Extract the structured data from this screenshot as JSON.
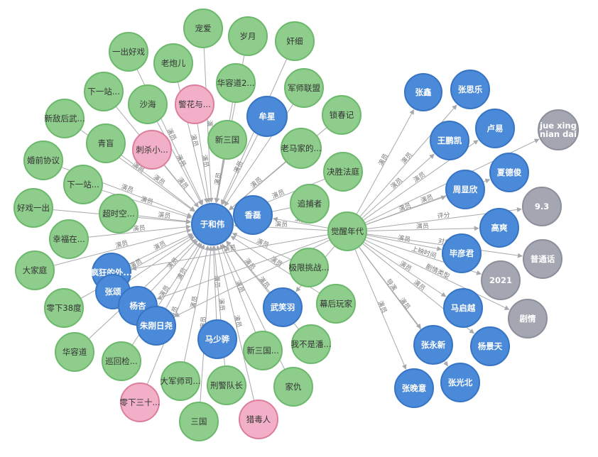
{
  "colors": {
    "green": {
      "fill": "#8ecd8b",
      "stroke": "#6cb86c"
    },
    "blue": {
      "fill": "#4a8ad8",
      "stroke": "#3774c4"
    },
    "pink": {
      "fill": "#f1b0c8",
      "stroke": "#dd7d9c"
    },
    "gray": {
      "fill": "#a4a6b2",
      "stroke": "#8c8e9a"
    },
    "edge": "#a7a9ad"
  },
  "nodes": [
    {
      "id": "yuhewei",
      "label": "于和伟",
      "kind": "blue"
    },
    {
      "id": "xianglei",
      "label": "香磊",
      "kind": "blue"
    },
    {
      "id": "niuxing",
      "label": "牟星",
      "kind": "blue"
    },
    {
      "id": "juexing",
      "label": "觉醒年代",
      "kind": "green"
    },
    {
      "id": "chongai",
      "label": "宠爱",
      "kind": "green"
    },
    {
      "id": "suiyue",
      "label": "岁月",
      "kind": "green"
    },
    {
      "id": "jianxi",
      "label": "奸细",
      "kind": "green"
    },
    {
      "id": "yichuhaoxi",
      "label": "一出好戏",
      "kind": "green"
    },
    {
      "id": "laopaoer",
      "label": "老炮儿",
      "kind": "green"
    },
    {
      "id": "huarongdao2",
      "label": "华容道2...",
      "kind": "green"
    },
    {
      "id": "junshi",
      "label": "军师联盟",
      "kind": "green"
    },
    {
      "id": "xiayizhan1",
      "label": "下一站...",
      "kind": "green"
    },
    {
      "id": "shahai",
      "label": "沙海",
      "kind": "green"
    },
    {
      "id": "jinghua",
      "label": "警花与...",
      "kind": "pink"
    },
    {
      "id": "suochunji",
      "label": "锁春记",
      "kind": "green"
    },
    {
      "id": "xindi",
      "label": "新敌后武...",
      "kind": "green"
    },
    {
      "id": "qingmang",
      "label": "青盲",
      "kind": "green"
    },
    {
      "id": "cisha",
      "label": "刺杀小...",
      "kind": "pink"
    },
    {
      "id": "xinsanguo",
      "label": "新三国",
      "kind": "green"
    },
    {
      "id": "laoma",
      "label": "老马家的...",
      "kind": "green"
    },
    {
      "id": "juesheng",
      "label": "决胜法庭",
      "kind": "green"
    },
    {
      "id": "hunqian",
      "label": "婚前协议",
      "kind": "green"
    },
    {
      "id": "xiayizhan2",
      "label": "下一站...",
      "kind": "green"
    },
    {
      "id": "zhuibu",
      "label": "追捕者",
      "kind": "green"
    },
    {
      "id": "haoxi",
      "label": "好戏一出",
      "kind": "green"
    },
    {
      "id": "chaoshi",
      "label": "超时空...",
      "kind": "green"
    },
    {
      "id": "xingfu",
      "label": "幸福在...",
      "kind": "green"
    },
    {
      "id": "dajiating",
      "label": "大家庭",
      "kind": "green"
    },
    {
      "id": "fengkuang",
      "label": "疯狂的外...",
      "kind": "blue"
    },
    {
      "id": "zhang",
      "label": "张颂",
      "kind": "blue"
    },
    {
      "id": "jixian",
      "label": "极限挑战...",
      "kind": "green"
    },
    {
      "id": "lingxia38",
      "label": "零下38度",
      "kind": "green"
    },
    {
      "id": "yangxi",
      "label": "杨杏",
      "kind": "blue"
    },
    {
      "id": "wuyanyu",
      "label": "武笑羽",
      "kind": "blue"
    },
    {
      "id": "muhou",
      "label": "幕后玩家",
      "kind": "green"
    },
    {
      "id": "zhuganglixi",
      "label": "朱刚日尧",
      "kind": "blue"
    },
    {
      "id": "huarongdao",
      "label": "华容道",
      "kind": "green"
    },
    {
      "id": "xunhui",
      "label": "巡回检...",
      "kind": "green"
    },
    {
      "id": "mashaohua",
      "label": "马少骅",
      "kind": "blue"
    },
    {
      "id": "xinsanguo2",
      "label": "新三国...",
      "kind": "green"
    },
    {
      "id": "wobushi",
      "label": "我不是潘...",
      "kind": "green"
    },
    {
      "id": "dajunshi",
      "label": "大军师司...",
      "kind": "green"
    },
    {
      "id": "xingjing",
      "label": "刑警队长",
      "kind": "green"
    },
    {
      "id": "jiachou",
      "label": "家仇",
      "kind": "green"
    },
    {
      "id": "lingxia30",
      "label": "零下三十...",
      "kind": "pink"
    },
    {
      "id": "lieduren",
      "label": "猎毒人",
      "kind": "pink"
    },
    {
      "id": "sanguo",
      "label": "三国",
      "kind": "green"
    },
    {
      "id": "zhangxiu",
      "label": "张鑫",
      "kind": "blue"
    },
    {
      "id": "zhangsile",
      "label": "张思乐",
      "kind": "blue"
    },
    {
      "id": "wangpengkai",
      "label": "王鹏凯",
      "kind": "blue"
    },
    {
      "id": "luyi",
      "label": "卢易",
      "kind": "blue"
    },
    {
      "id": "jxnd",
      "label": "jue xing nian dai",
      "kind": "gray"
    },
    {
      "id": "xiadejun",
      "label": "夏德俊",
      "kind": "blue"
    },
    {
      "id": "zhouxianxin",
      "label": "周显欣",
      "kind": "blue"
    },
    {
      "id": "gaoshuang",
      "label": "高爽",
      "kind": "blue"
    },
    {
      "id": "score",
      "label": "9.3",
      "kind": "gray"
    },
    {
      "id": "biyanjun",
      "label": "毕彦君",
      "kind": "blue"
    },
    {
      "id": "putonghua",
      "label": "普通话",
      "kind": "gray"
    },
    {
      "id": "year",
      "label": "2021",
      "kind": "gray"
    },
    {
      "id": "maqiyue",
      "label": "马启越",
      "kind": "blue"
    },
    {
      "id": "juqing",
      "label": "剧情",
      "kind": "gray"
    },
    {
      "id": "zhangyongxin",
      "label": "张永新",
      "kind": "blue"
    },
    {
      "id": "yangjingtian",
      "label": "杨景天",
      "kind": "blue"
    },
    {
      "id": "zhangguangbei",
      "label": "张光北",
      "kind": "blue"
    },
    {
      "id": "zhangwanyi",
      "label": "张晚意",
      "kind": "blue"
    }
  ],
  "edges": [
    {
      "from": "chongai",
      "to": "yuhewei",
      "label": "演"
    },
    {
      "from": "suiyue",
      "to": "yuhewei",
      "label": "演员"
    },
    {
      "from": "jianxi",
      "to": "yuhewei",
      "label": ""
    },
    {
      "from": "yichuhaoxi",
      "to": "yuhewei",
      "label": "演员"
    },
    {
      "from": "laopaoer",
      "to": "yuhewei",
      "label": "演员"
    },
    {
      "from": "huarongdao2",
      "to": "yuhewei",
      "label": "演员"
    },
    {
      "from": "xiayizhan1",
      "to": "yuhewei",
      "label": "演员"
    },
    {
      "from": "shahai",
      "to": "yuhewei",
      "label": "演员"
    },
    {
      "from": "jinghua",
      "to": "yuhewei",
      "label": "演员"
    },
    {
      "from": "xindi",
      "to": "yuhewei",
      "label": "演员"
    },
    {
      "from": "qingmang",
      "to": "yuhewei",
      "label": "演员"
    },
    {
      "from": "cisha",
      "to": "yuhewei",
      "label": "演员"
    },
    {
      "from": "xinsanguo",
      "to": "yuhewei",
      "label": "演员"
    },
    {
      "from": "niuxing",
      "to": "yuhewei",
      "label": "演员"
    },
    {
      "from": "junshi",
      "to": "yuhewei",
      "label": ""
    },
    {
      "from": "suochunji",
      "to": "yuhewei",
      "label": ""
    },
    {
      "from": "laoma",
      "to": "yuhewei",
      "label": "演员"
    },
    {
      "from": "juesheng",
      "to": "yuhewei",
      "label": "演员"
    },
    {
      "from": "hunqian",
      "to": "yuhewei",
      "label": "演员"
    },
    {
      "from": "xiayizhan2",
      "to": "yuhewei",
      "label": "演员"
    },
    {
      "from": "zhuibu",
      "to": "yuhewei",
      "label": "演员"
    },
    {
      "from": "haoxi",
      "to": "yuhewei",
      "label": "演员"
    },
    {
      "from": "chaoshi",
      "to": "yuhewei",
      "label": "演员"
    },
    {
      "from": "xingfu",
      "to": "yuhewei",
      "label": "演员"
    },
    {
      "from": "dajiating",
      "to": "yuhewei",
      "label": "演员"
    },
    {
      "from": "fengkuang",
      "to": "yuhewei",
      "label": "演员"
    },
    {
      "from": "zhang",
      "to": "yuhewei",
      "label": ""
    },
    {
      "from": "lingxia38",
      "to": "yuhewei",
      "label": "演员"
    },
    {
      "from": "yangxi",
      "to": "yuhewei",
      "label": "演员"
    },
    {
      "from": "zhuganglixi",
      "to": "yuhewei",
      "label": "演员"
    },
    {
      "from": "huarongdao",
      "to": "yuhewei",
      "label": ""
    },
    {
      "from": "xunhui",
      "to": "yuhewei",
      "label": "演员"
    },
    {
      "from": "mashaohua",
      "to": "yuhewei",
      "label": "演员"
    },
    {
      "from": "dajunshi",
      "to": "yuhewei",
      "label": "演员"
    },
    {
      "from": "xingjing",
      "to": "yuhewei",
      "label": "演员"
    },
    {
      "from": "lingxia30",
      "to": "yuhewei",
      "label": "演员"
    },
    {
      "from": "sanguo",
      "to": "yuhewei",
      "label": "演员"
    },
    {
      "from": "lieduren",
      "to": "yuhewei",
      "label": "演员"
    },
    {
      "from": "xinsanguo2",
      "to": "yuhewei",
      "label": "演员"
    },
    {
      "from": "jiachou",
      "to": "yuhewei",
      "label": ""
    },
    {
      "from": "wobushi",
      "to": "yuhewei",
      "label": "演员"
    },
    {
      "from": "muhou",
      "to": "yuhewei",
      "label": "演员"
    },
    {
      "from": "wuyanyu",
      "to": "yuhewei",
      "label": "演员"
    },
    {
      "from": "jixian",
      "to": "yuhewei",
      "label": "演员"
    },
    {
      "from": "xianglei",
      "to": "yuhewei",
      "label": ""
    },
    {
      "from": "juexing",
      "to": "yuhewei",
      "label": "演员"
    },
    {
      "from": "juexing",
      "to": "xianglei",
      "label": "演员"
    },
    {
      "from": "juexing",
      "to": "fengkuang",
      "label": "演员"
    },
    {
      "from": "juexing",
      "to": "yangxi",
      "label": ""
    },
    {
      "from": "juexing",
      "to": "wuyanyu",
      "label": ""
    },
    {
      "from": "juexing",
      "to": "zhuganglixi",
      "label": ""
    },
    {
      "from": "juexing",
      "to": "zhangxiu",
      "label": "演员"
    },
    {
      "from": "juexing",
      "to": "zhangsile",
      "label": "演员"
    },
    {
      "from": "juexing",
      "to": "wangpengkai",
      "label": "演员"
    },
    {
      "from": "juexing",
      "to": "luyi",
      "label": "演员"
    },
    {
      "from": "juexing",
      "to": "jxnd",
      "label": ""
    },
    {
      "from": "juexing",
      "to": "xiadejun",
      "label": "演员"
    },
    {
      "from": "juexing",
      "to": "zhouxianxin",
      "label": "演员"
    },
    {
      "from": "juexing",
      "to": "gaoshuang",
      "label": "演员"
    },
    {
      "from": "juexing",
      "to": "score",
      "label": "评分"
    },
    {
      "from": "juexing",
      "to": "biyanjun",
      "label": "演员"
    },
    {
      "from": "juexing",
      "to": "putonghua",
      "label": "对白"
    },
    {
      "from": "juexing",
      "to": "year",
      "label": "上映时间"
    },
    {
      "from": "juexing",
      "to": "maqiyue",
      "label": "演员"
    },
    {
      "from": "juexing",
      "to": "juqing",
      "label": "剧情类型"
    },
    {
      "from": "juexing",
      "to": "zhangyongxin",
      "label": "导演"
    },
    {
      "from": "juexing",
      "to": "yangjingtian",
      "label": "演员"
    },
    {
      "from": "juexing",
      "to": "zhangguangbei",
      "label": "演员"
    },
    {
      "from": "juexing",
      "to": "zhangwanyi",
      "label": "演员"
    }
  ]
}
